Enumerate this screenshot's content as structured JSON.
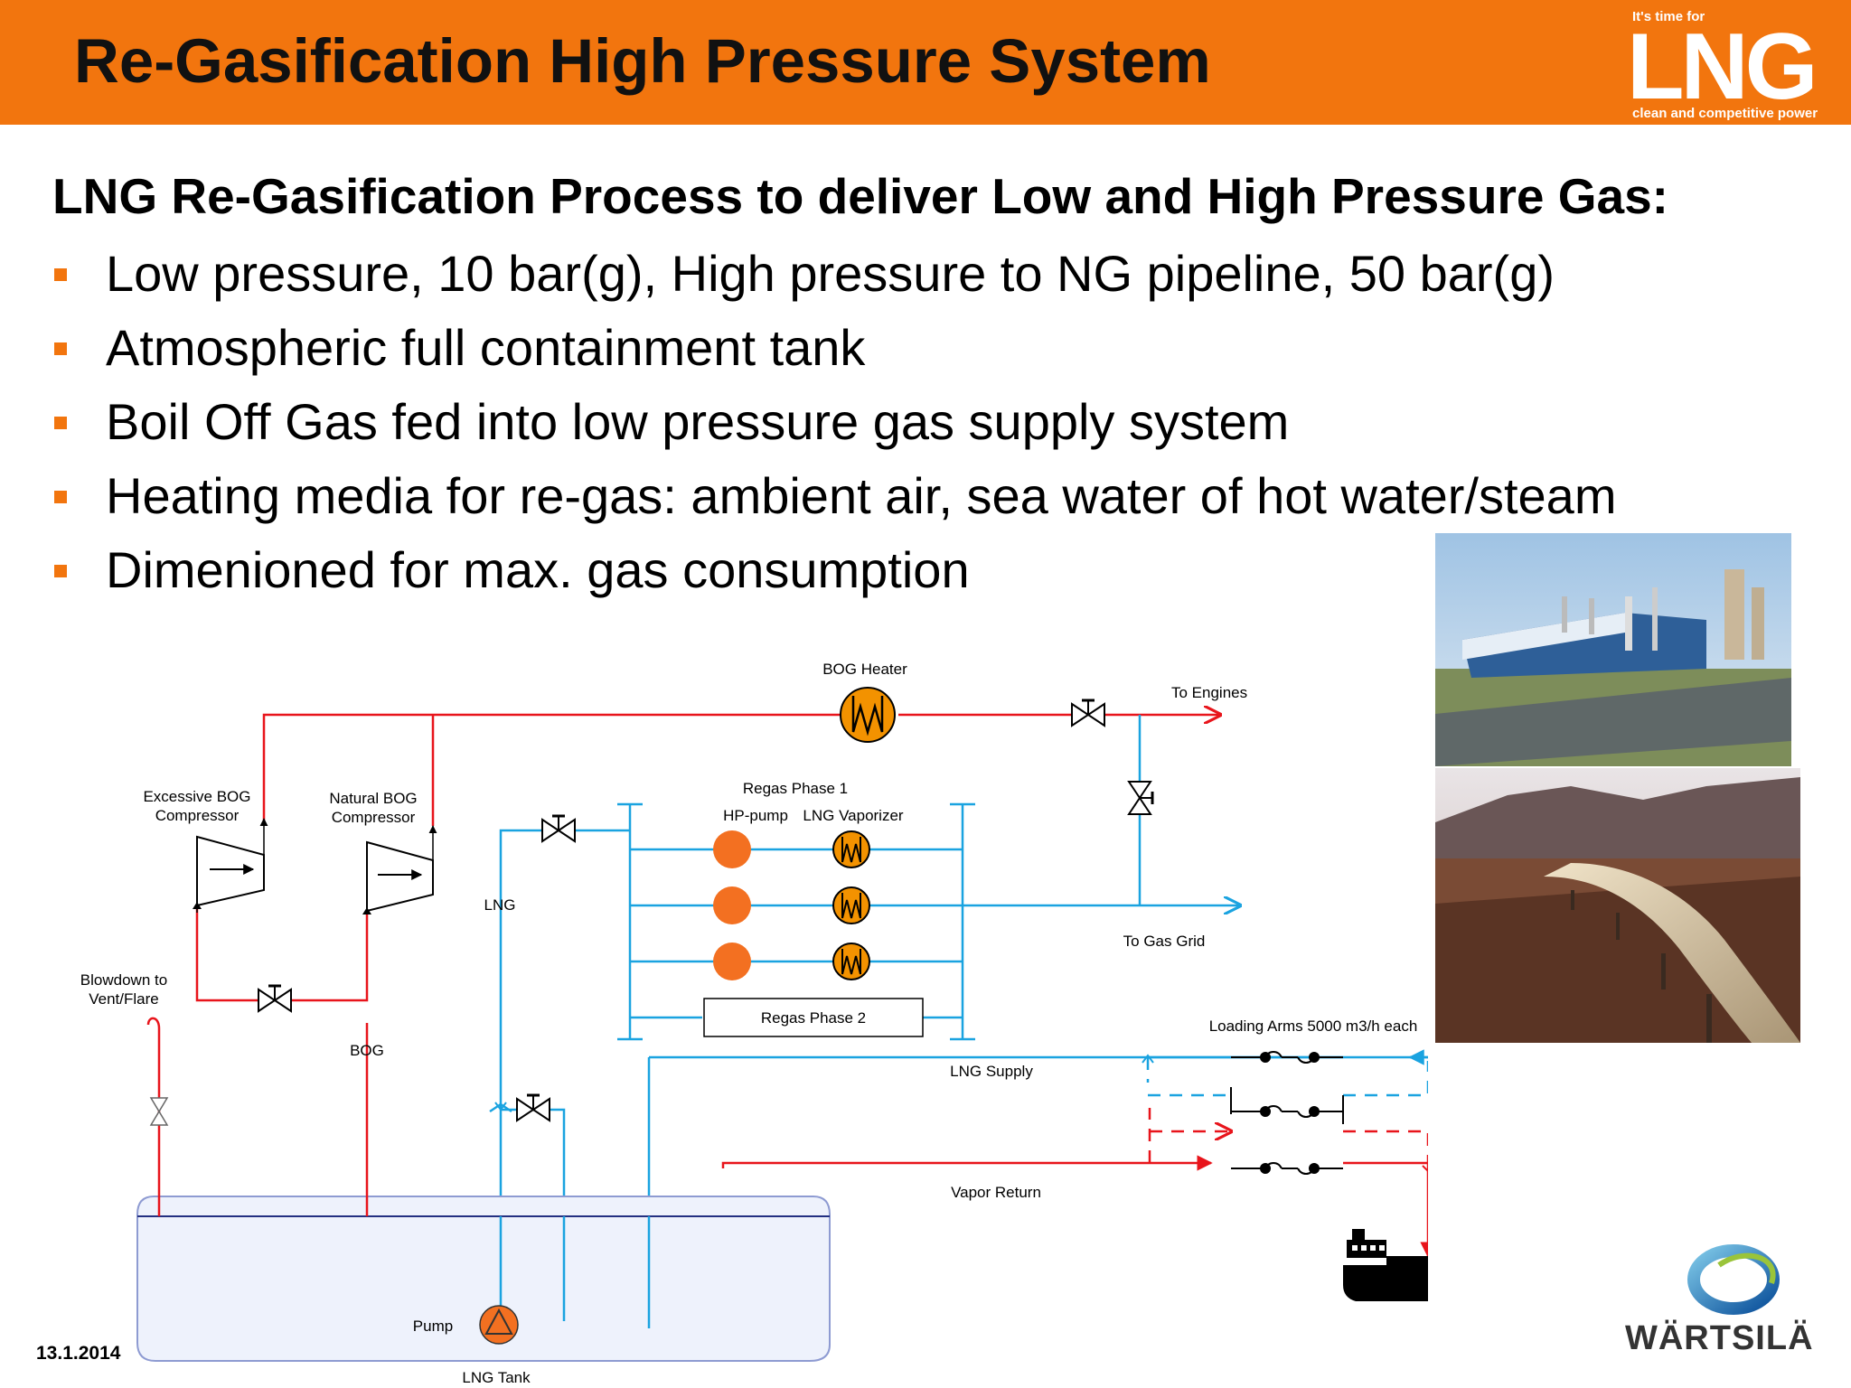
{
  "header": {
    "title": "Re-Gasification High Pressure System",
    "logo": {
      "tagline": "It's time for",
      "word": "LNG",
      "claim": "clean and competitive power"
    }
  },
  "content": {
    "heading": "LNG Re-Gasification Process to deliver Low and High Pressure Gas:",
    "bullets": [
      "Low pressure, 10 bar(g), High pressure to NG pipeline, 50 bar(g)",
      "Atmospheric full containment tank",
      "Boil Off Gas fed into low pressure gas supply system",
      "Heating media for re-gas: ambient air, sea water of hot water/steam",
      "Dimenioned for max. gas consumption"
    ]
  },
  "diagram": {
    "labels": {
      "bog_heater": "BOG Heater",
      "to_engines": "To Engines",
      "excessive_bog_1": "Excessive BOG",
      "excessive_bog_2": "Compressor",
      "natural_bog_1": "Natural BOG",
      "natural_bog_2": "Compressor",
      "regas_phase_1": "Regas Phase 1",
      "hp_pump": "HP-pump",
      "lng_vaporizer": "LNG Vaporizer",
      "lng": "LNG",
      "to_gas_grid": "To Gas Grid",
      "blowdown_1": "Blowdown to",
      "blowdown_2": "Vent/Flare",
      "regas_phase_2": "Regas Phase 2",
      "bog": "BOG",
      "loading_arms": "Loading Arms 5000 m3/h each",
      "lng_supply": "LNG Supply",
      "vapor_return": "Vapor Return",
      "pump": "Pump",
      "lng_tank": "LNG Tank"
    },
    "colors": {
      "gas": "#e8141b",
      "lng": "#1aa3e0",
      "equipment": "#f39200",
      "pump": "#f37021"
    }
  },
  "footer": {
    "date": "13.1.2014",
    "brand": "WÄRTSILÄ"
  },
  "colors": {
    "accent": "#f2750e"
  }
}
